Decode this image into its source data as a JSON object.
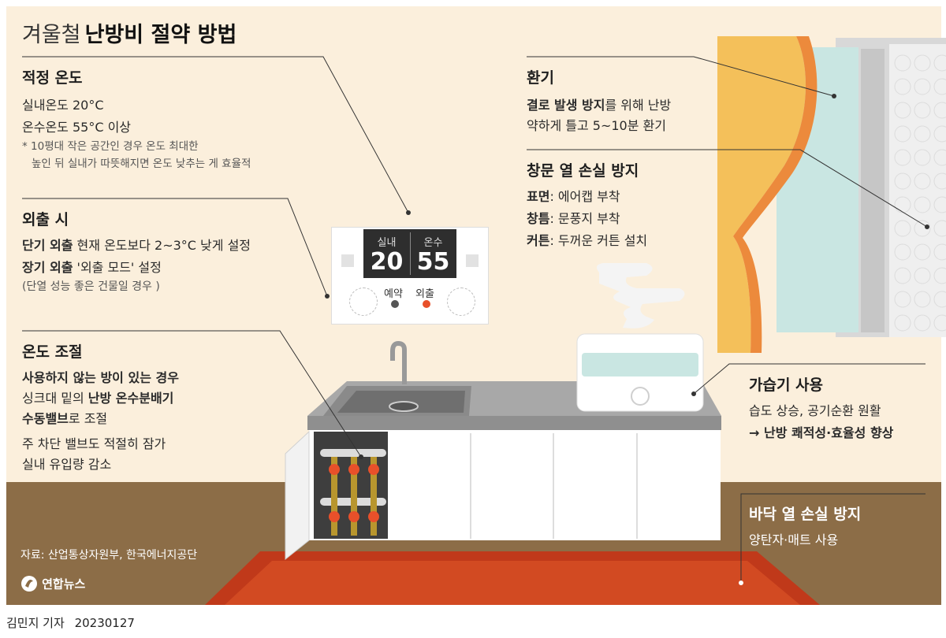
{
  "title": {
    "light": "겨울철",
    "bold": "난방비 절약 방법"
  },
  "proper_temp": {
    "heading": "적정 온도",
    "line1": "실내온도 20°C",
    "line2": "온수온도 55°C 이상",
    "note1": "* 10평대 작은 공간인 경우 온도 최대한",
    "note2": "높인 뒤 실내가 따뜻해지면 온도 낮추는 게 효율적"
  },
  "going_out": {
    "heading": "외출 시",
    "short_label": "단기 외출",
    "short_text": "현재 온도보다 2~3°C 낮게 설정",
    "long_label": "장기 외출",
    "long_text": "'외출 모드' 설정",
    "note": "(단열 성능 좋은 건물일 경우 )"
  },
  "temp_control": {
    "heading": "온도 조절",
    "line1": "사용하지 않는 방이 있는 경우",
    "line2_pre": "싱크대 밑의",
    "line2_bold": "난방 온수분배기",
    "line3_bold": "수동밸브",
    "line3_post": "로 조절",
    "line4": "주 차단 밸브도 적절히 잠가",
    "line5": "실내 유입량 감소"
  },
  "source": "자료: 산업통상자원부, 한국에너지공단",
  "logo": "연합뉴스",
  "byline": {
    "author": "김민지 기자",
    "date": "20230127"
  },
  "thermostat": {
    "indoor_label": "실내",
    "indoor_value": "20",
    "water_label": "온수",
    "water_value": "55",
    "reserve_label": "예약",
    "away_label": "외출"
  },
  "ventilation": {
    "heading": "환기",
    "line1_bold": "결로 발생 방지",
    "line1_post": "를 위해 난방",
    "line2": "약하게 틀고 5~10분 환기"
  },
  "window_loss": {
    "heading": "창문 열 손실 방지",
    "rows": [
      {
        "label": "표면",
        "text": ": 에어캡 부착"
      },
      {
        "label": "창틈",
        "text": ": 문풍지 부착"
      },
      {
        "label": "커튼",
        "text": ": 두꺼운 커튼 설치"
      }
    ]
  },
  "humidifier": {
    "heading": "가습기 사용",
    "line1": "습도 상승, 공기순환 원활",
    "line2": "→ 난방 쾌적성·효율성 향상"
  },
  "floor_loss": {
    "heading": "바닥 열 손실 방지",
    "line1": "양탄자·매트 사용"
  },
  "colors": {
    "background": "#fbefdc",
    "floor": "#8c6d47",
    "rug": "#c8401c",
    "curtain": "#f4c05a",
    "curtain_edge": "#ec8a3c",
    "valve": "#e8502a"
  }
}
